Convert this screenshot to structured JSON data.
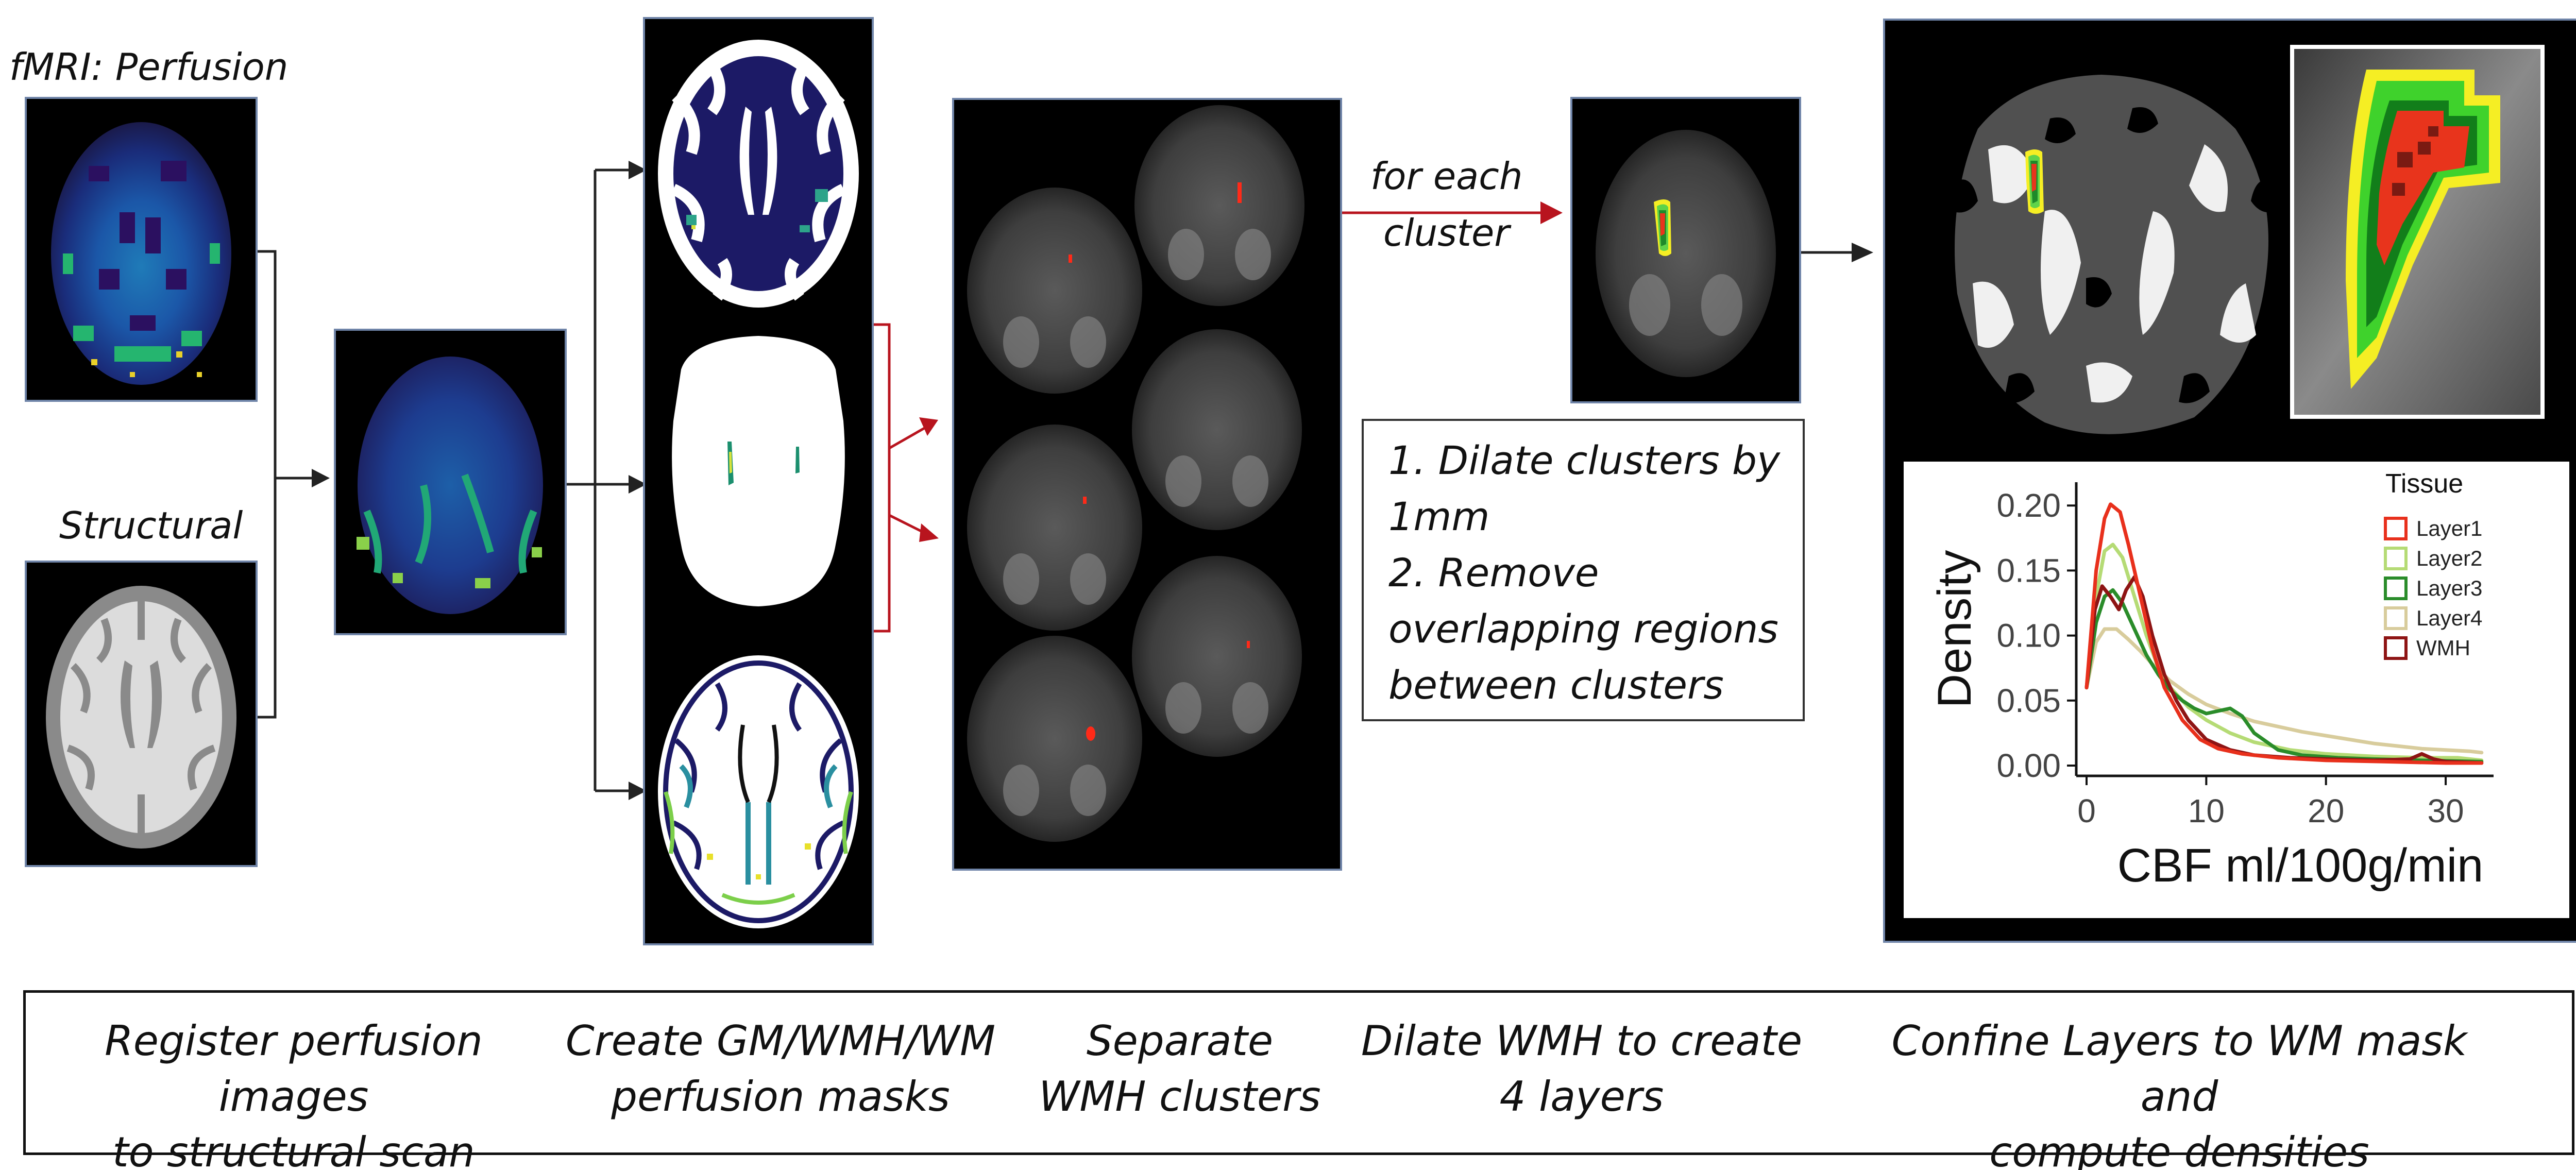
{
  "labels": {
    "fmri": "fMRI: Perfusion",
    "structural": "Structural",
    "for_each": "for each",
    "cluster": "cluster"
  },
  "dilate_box": {
    "line1": "1. Dilate clusters by",
    "line2": "1mm",
    "line3": "2. Remove",
    "line4": "overlapping regions",
    "line5": "between clusters"
  },
  "captions": [
    {
      "line1": "Register perfusion images",
      "line2": "to structural scan"
    },
    {
      "line1": "Create GM/WMH/WM",
      "line2": "perfusion masks"
    },
    {
      "line1": "Separate",
      "line2": "WMH clusters"
    },
    {
      "line1": "Dilate WMH to create",
      "line2": "4 layers"
    },
    {
      "line1": "Confine Layers to WM mask and",
      "line2": "compute densities"
    }
  ],
  "chart_data": {
    "type": "line",
    "xlabel": "CBF ml/100g/min",
    "ylabel": "Density",
    "xlim": [
      0,
      34
    ],
    "ylim": [
      0,
      0.21
    ],
    "xticks": [
      0,
      10,
      20,
      30
    ],
    "yticks": [
      "0.00",
      "0.05",
      "0.10",
      "0.15",
      "0.20"
    ],
    "grid": false,
    "legend": {
      "title": "Tissue",
      "placement": "top-right"
    },
    "series": [
      {
        "name": "Layer1",
        "color": "#e8301c",
        "x": [
          0,
          0.8,
          1.5,
          2,
          2.8,
          3.5,
          4.5,
          5.5,
          6.5,
          8,
          9.5,
          11,
          13,
          16,
          20,
          25,
          30,
          33
        ],
        "y": [
          0.06,
          0.15,
          0.19,
          0.201,
          0.195,
          0.17,
          0.13,
          0.09,
          0.06,
          0.035,
          0.02,
          0.013,
          0.009,
          0.006,
          0.004,
          0.003,
          0.002,
          0.002
        ]
      },
      {
        "name": "Layer2",
        "color": "#b5db75",
        "x": [
          0,
          0.8,
          1.5,
          2.2,
          3,
          4,
          5,
          6,
          7,
          8.5,
          10,
          12,
          14,
          17,
          20,
          24,
          28,
          31,
          33
        ],
        "y": [
          0.06,
          0.13,
          0.165,
          0.17,
          0.16,
          0.13,
          0.1,
          0.075,
          0.06,
          0.045,
          0.035,
          0.025,
          0.018,
          0.012,
          0.009,
          0.007,
          0.006,
          0.006,
          0.004
        ]
      },
      {
        "name": "Layer3",
        "color": "#2a8c2a",
        "x": [
          0,
          0.8,
          1.5,
          2.2,
          3,
          4,
          5,
          6,
          7,
          8,
          9,
          10,
          11,
          12,
          13,
          14,
          16,
          18,
          21,
          24,
          28,
          33
        ],
        "y": [
          0.06,
          0.11,
          0.13,
          0.135,
          0.125,
          0.105,
          0.085,
          0.07,
          0.058,
          0.05,
          0.044,
          0.04,
          0.042,
          0.044,
          0.038,
          0.025,
          0.012,
          0.008,
          0.006,
          0.005,
          0.004,
          0.003
        ]
      },
      {
        "name": "Layer4",
        "color": "#d8cc9c",
        "x": [
          0,
          0.8,
          1.5,
          2.5,
          3.5,
          4.5,
          5.5,
          7,
          8.5,
          10,
          12,
          14,
          16,
          18,
          20,
          22,
          24,
          26,
          28,
          30,
          32,
          33
        ],
        "y": [
          0.06,
          0.095,
          0.105,
          0.105,
          0.097,
          0.088,
          0.078,
          0.065,
          0.055,
          0.047,
          0.04,
          0.034,
          0.03,
          0.026,
          0.023,
          0.02,
          0.017,
          0.015,
          0.013,
          0.012,
          0.011,
          0.01
        ]
      },
      {
        "name": "WMH",
        "color": "#8e1414",
        "x": [
          0,
          0.7,
          1.3,
          2,
          2.7,
          3.3,
          4,
          4.7,
          5.5,
          6.5,
          7.5,
          8.5,
          10,
          12,
          14,
          17,
          20,
          24,
          27,
          28,
          29,
          30,
          33
        ],
        "y": [
          0.06,
          0.12,
          0.138,
          0.13,
          0.12,
          0.135,
          0.145,
          0.13,
          0.1,
          0.07,
          0.05,
          0.035,
          0.02,
          0.012,
          0.008,
          0.006,
          0.005,
          0.004,
          0.005,
          0.009,
          0.005,
          0.003,
          0.002
        ]
      }
    ]
  },
  "colors": {
    "red_arrow": "#b8141e",
    "black_arrow": "#222222",
    "image_border": "#6f84a8"
  }
}
